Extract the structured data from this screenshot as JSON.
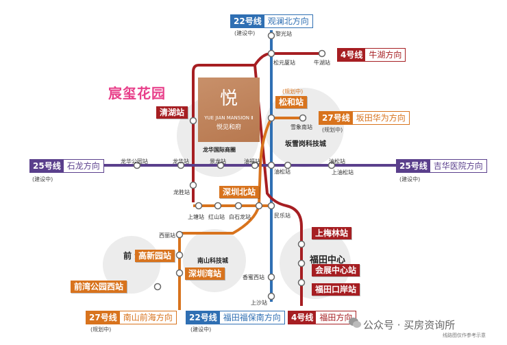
{
  "title": "宸玺花园",
  "project": {
    "logo": "悦",
    "name_en": "YUE JIAN MANSION Ⅱ",
    "name_cn": "悦见和府"
  },
  "areas": {
    "longhua": "龙华国际商圈",
    "bantian": "坂雪岗科技城",
    "nanshan": "南山科技城",
    "qianhai": "前 海",
    "futian": "福田中心"
  },
  "lines": {
    "l22_north": {
      "num": "22号线",
      "dir": "观澜北方向",
      "note": "(建设中)"
    },
    "l4_north": {
      "num": "4号线",
      "dir": "牛湖方向"
    },
    "l27_north": {
      "num": "27号线",
      "dir": "坂田华为方向",
      "note": "(规划中)"
    },
    "l25_west": {
      "num": "25号线",
      "dir": "石龙方向",
      "note": "(建设中)"
    },
    "l25_east": {
      "num": "25号线",
      "dir": "吉华医院方向",
      "note": "(建设中)"
    },
    "l27_south": {
      "num": "27号线",
      "dir": "南山前海方向",
      "note": "(规划中)"
    },
    "l22_south": {
      "num": "22号线",
      "dir": "福田福保南方向",
      "note": "(建设中)"
    },
    "l4_south": {
      "num": "4号线",
      "dir": "福田方向"
    }
  },
  "tags": {
    "qinghu": "清湖站",
    "songhe": "松和站",
    "songhe_note": "(规划中)",
    "shenzhenbei": "深圳北站",
    "shangmeilin": "上梅林站",
    "huizhan": "会展中心站",
    "futiankouan": "福田口岸站",
    "gaoxinyuan": "高新园站",
    "shenzhenwan": "深圳湾站",
    "qianwan": "前湾公园西站"
  },
  "stations": {
    "liguang": "黎光站",
    "songyuansha": "松元厦站",
    "niuhu": "牛湖站",
    "xuexiangnan": "雪象南站",
    "longhuagongyuan": "龙华公园站",
    "longhua": "龙华站",
    "jinglong": "景龙站",
    "youfu": "油福站",
    "yousong": "油松站",
    "shangyousong": "上油松站",
    "longsheng": "龙胜站",
    "shangtang": "上塘站",
    "hongshan": "红山站",
    "baishilong": "白石龙站",
    "minle": "民乐站",
    "xili": "西丽站",
    "xiangmixi": "香蜜西站",
    "shangsha": "上沙站"
  },
  "watermark": "公众号 · 买房资询所",
  "note": "线路图仅作参考示意",
  "colors": {
    "line22": "#2f6fb3",
    "line4": "#a61e22",
    "line25": "#5a3f8c",
    "line27": "#d8731d",
    "title": "#e83f8a"
  }
}
